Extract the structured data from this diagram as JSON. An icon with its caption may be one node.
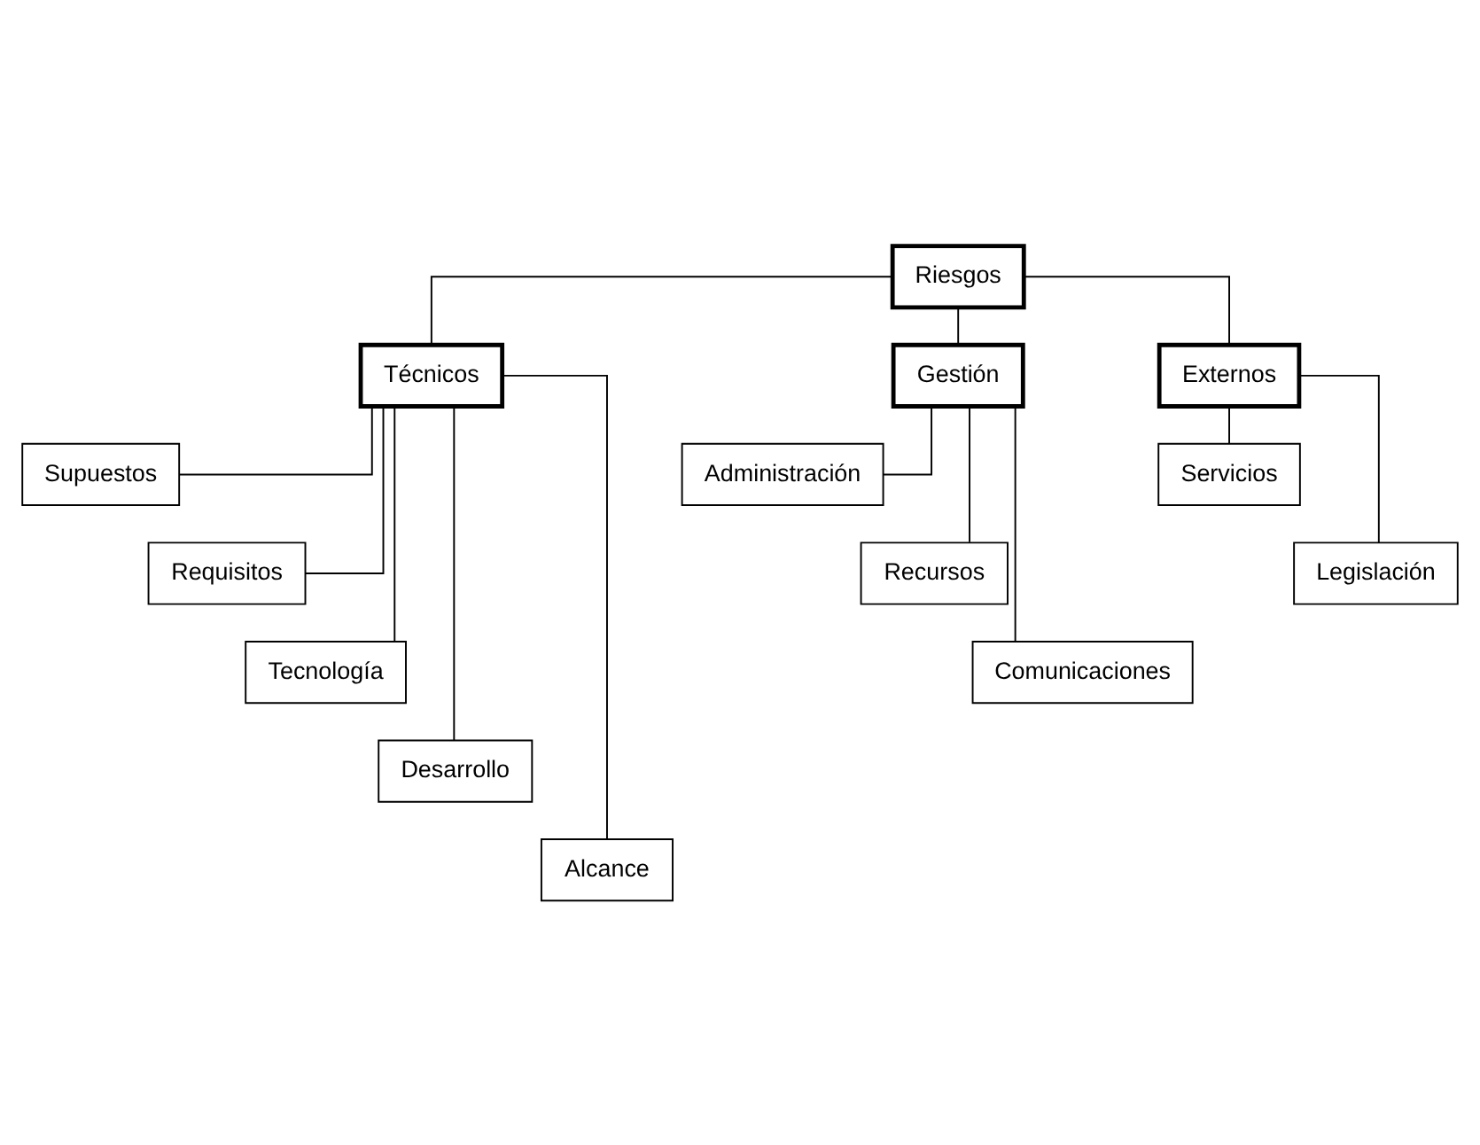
{
  "diagram": {
    "nodes": [
      {
        "text": [
          "Riesgos"
        ]
      },
      {
        "text": [
          "Técnicos"
        ]
      },
      {
        "text": [
          "Gestión"
        ]
      },
      {
        "text": [
          "Externos"
        ]
      },
      {
        "text": [
          "Supuestos"
        ]
      },
      {
        "text": [
          "Requisitos"
        ]
      },
      {
        "text": [
          "Tecnología"
        ]
      },
      {
        "text": [
          "Desarrollo"
        ]
      },
      {
        "text": [
          "Alcance"
        ]
      },
      {
        "text": [
          "Administración"
        ]
      },
      {
        "text": [
          "Recursos"
        ]
      },
      {
        "text": [
          "Comunicaciones"
        ]
      },
      {
        "text": [
          "Servicios"
        ]
      },
      {
        "text": [
          "Legislación"
        ]
      }
    ],
    "edges": [
      {
        "from": 0,
        "to": 1,
        "arrow": "none"
      },
      {
        "from": 0,
        "to": 2,
        "arrow": "none"
      },
      {
        "from": 0,
        "to": 3,
        "arrow": "none"
      },
      {
        "from": 1,
        "to": 4,
        "arrow": "none"
      },
      {
        "from": 1,
        "to": 5,
        "arrow": "none"
      },
      {
        "from": 1,
        "to": 6,
        "arrow": "none"
      },
      {
        "from": 1,
        "to": 7,
        "arrow": "none"
      },
      {
        "from": 1,
        "to": 8,
        "arrow": "none"
      },
      {
        "from": 2,
        "to": 9,
        "arrow": "none"
      },
      {
        "from": 2,
        "to": 10,
        "arrow": "none"
      },
      {
        "from": 2,
        "to": 11,
        "arrow": "none"
      },
      {
        "from": 3,
        "to": 12,
        "arrow": "none"
      },
      {
        "from": 3,
        "to": 13,
        "arrow": "none"
      }
    ]
  }
}
